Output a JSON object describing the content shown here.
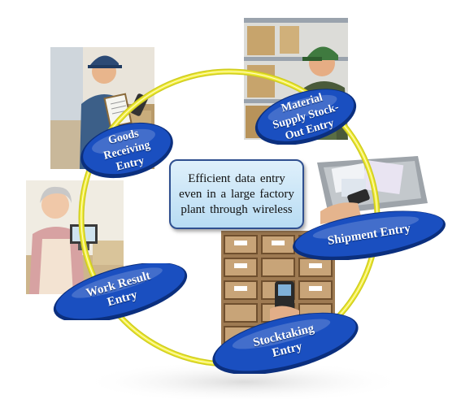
{
  "center": {
    "text": "Efficient data entry\neven in a large factory\nplant through wireless"
  },
  "entries": [
    {
      "id": "goods-receiving",
      "label": "Goods\nReceiving\nEntry"
    },
    {
      "id": "material-supply",
      "label": "Material\nSupply Stock-\nOut Entry"
    },
    {
      "id": "shipment",
      "label": "Shipment Entry"
    },
    {
      "id": "stocktaking",
      "label": "Stocktaking\nEntry"
    },
    {
      "id": "work-result",
      "label": "Work Result\nEntry"
    }
  ],
  "colors": {
    "ring": "#f2ee3a",
    "badge_fill": "#1a4fc0",
    "badge_edge": "#0b2f7e",
    "center_border": "#2f4f8f"
  }
}
